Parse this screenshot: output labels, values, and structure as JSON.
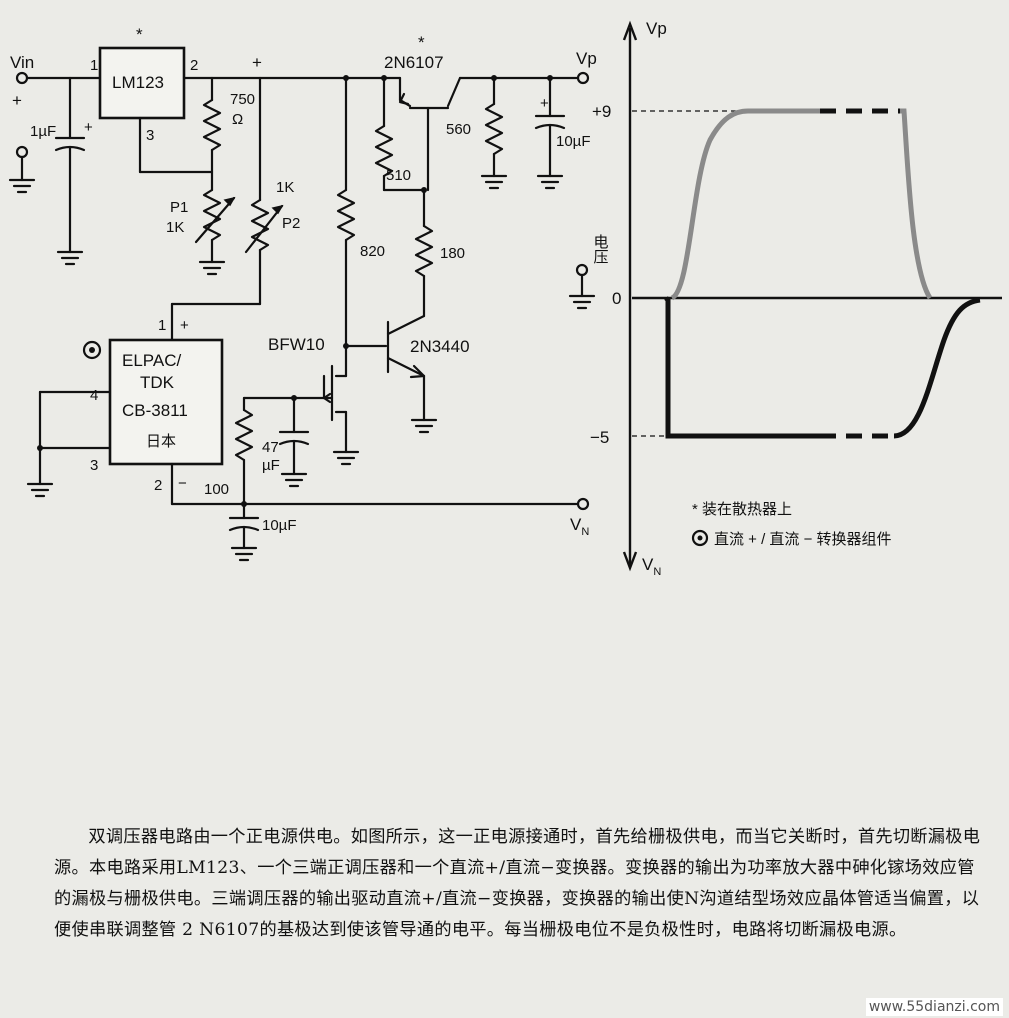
{
  "circuit": {
    "vin": "Vin",
    "vin_plus": "+",
    "c_in": "1µF",
    "regulator": {
      "part": "LM123",
      "star": "*",
      "pin1": "1",
      "pin2": "2",
      "pin3": "3"
    },
    "r750": "750",
    "r750_unit": "Ω",
    "plus_rail": "+",
    "p1": "P1",
    "p1_value": "1K",
    "p2": "P2",
    "p2_value": "1K",
    "converter": {
      "line1": "ELPAC/",
      "line2": "TDK",
      "model": "CB-3811",
      "origin": "日本",
      "pin1": "1",
      "pin2": "2",
      "pin3": "3",
      "pin4": "4",
      "plus": "+",
      "minus": "−"
    },
    "pass_transistor": "2N6107",
    "pass_star": "*",
    "vp": "Vp",
    "r560": "560",
    "c_out": "10µF",
    "r510": "510",
    "r820": "820",
    "r180": "180",
    "fet": "BFW10",
    "driver": "2N3440",
    "r100": "100",
    "c47": "47",
    "c47_unit": "µF",
    "c10n": "10µF",
    "vn": "V",
    "vn_sub": "N"
  },
  "timing": {
    "y_top": "Vp",
    "y_bottom": "V",
    "y_bottom_sub": "N",
    "axis_label": "电压",
    "level_pos": "+9",
    "level_zero": "0",
    "level_neg": "−5"
  },
  "legend": {
    "heatsink": "* 装在散热器上",
    "converter": "直流 + / 直流 − 转换器组件"
  },
  "caption": "双调压器电路由一个正电源供电。如图所示，这一正电源接通时，首先给栅极供电，而当它关断时，首先切断漏极电源。本电路采用LM123、一个三端正调压器和一个直流+/直流−变换器。变换器的输出为功率放大器中砷化镓场效应管的漏极与栅极供电。三端调压器的输出驱动直流+/直流−变换器，变换器的输出使N沟道结型场效应晶体管适当偏置，以便使串联调整管 2 N6107的基极达到使该管导通的电平。每当栅极电位不是负极性时，电路将切断漏极电源。",
  "watermark": "www.55dianzi.com",
  "colors": {
    "paper": "#ebebe7",
    "ink": "#111111"
  }
}
